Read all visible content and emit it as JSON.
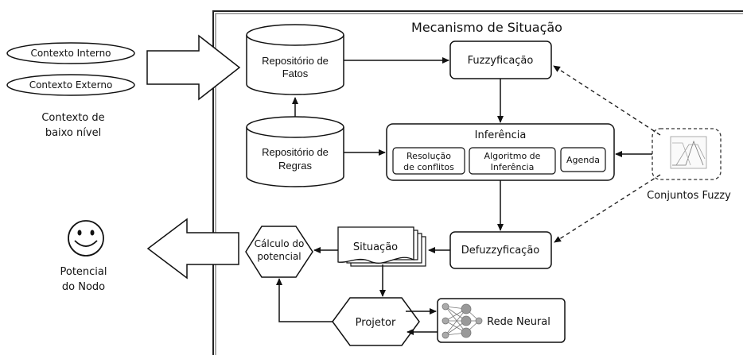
{
  "title": "Mecanismo de Situação",
  "context": {
    "internal": "Contexto Interno",
    "external": "Contexto Externo",
    "low_level_line1": "Contexto de",
    "low_level_line2": "baixo nível"
  },
  "facts_repo": {
    "line1": "Repositório de",
    "line2": "Fatos"
  },
  "rules_repo": {
    "line1": "Repositório de",
    "line2": "Regras"
  },
  "fuzzification": "Fuzzyficação",
  "inference": {
    "title": "Inferência",
    "conflict_line1": "Resolução",
    "conflict_line2": "de conflitos",
    "algo_line1": "Algoritmo de",
    "algo_line2": "Inferência",
    "agenda": "Agenda"
  },
  "fuzzy_sets": "Conjuntos Fuzzy",
  "defuzzification": "Defuzzyficação",
  "situation": "Situação",
  "potential_calc": {
    "line1": "Cálculo do",
    "line2": "potencial"
  },
  "projector": "Projetor",
  "neural_net": "Rede Neural",
  "node_potential": {
    "line1": "Potencial",
    "line2": "do Nodo"
  }
}
